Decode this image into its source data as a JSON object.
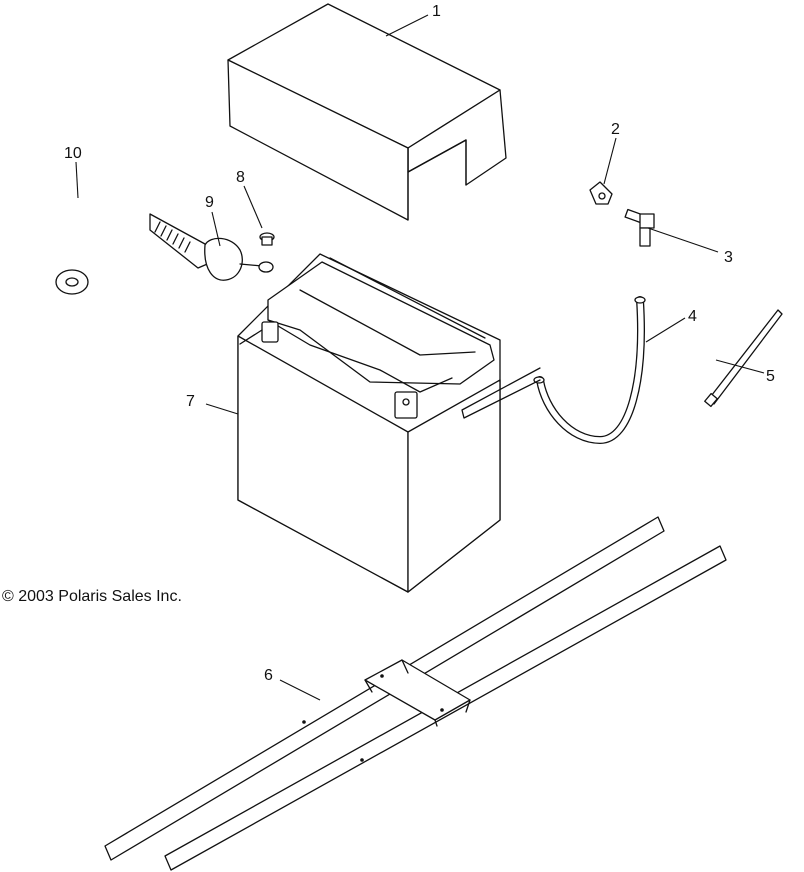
{
  "copyright": "© 2003 Polaris Sales Inc.",
  "callouts": {
    "c1": "1",
    "c2": "2",
    "c3": "3",
    "c4": "4",
    "c5": "5",
    "c6": "6",
    "c7": "7",
    "c8": "8",
    "c9": "9",
    "c10": "10"
  }
}
